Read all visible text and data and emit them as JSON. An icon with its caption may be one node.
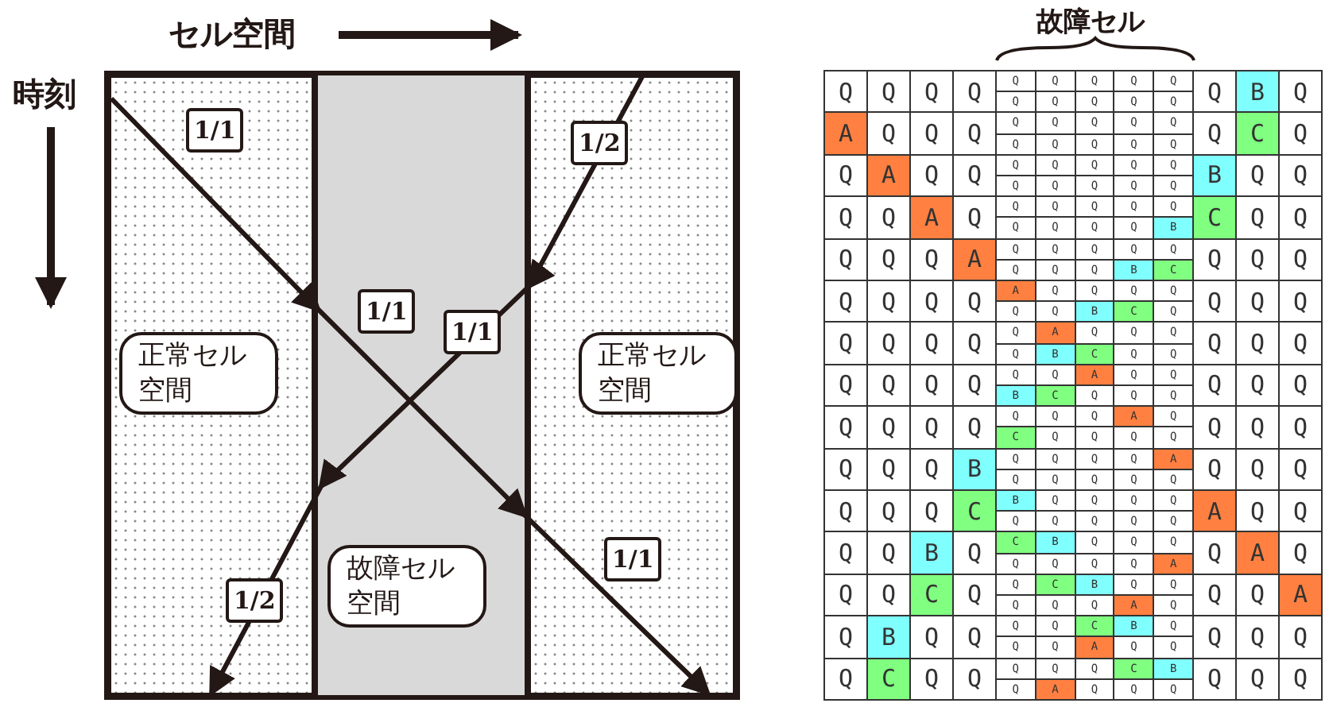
{
  "diagram": {
    "nodes": [
      {
        "text": [],
        "shape": "band"
      },
      {
        "text": [
          "正常セル空間"
        ],
        "in": 0
      },
      {
        "text": [],
        "shape": "band"
      },
      {
        "text": [
          "故障セル空間"
        ],
        "in": 2
      },
      {
        "text": [],
        "shape": "band"
      },
      {
        "text": [
          "正常セル空間"
        ],
        "in": 4
      }
    ],
    "edges": [
      {
        "from": 0,
        "to": 4,
        "arrow": "to",
        "label": "1/1"
      },
      {
        "from": 4,
        "to": 0,
        "arrow": "to",
        "label": "1/2"
      }
    ],
    "labels": [
      "セル空間",
      "時刻",
      "1/1",
      "1/1",
      "1/1",
      "1/2",
      "故障セル",
      "Q",
      "Q",
      "Q",
      "Q",
      "Q",
      "Q",
      "Q",
      "Q",
      "Q",
      "Q",
      "Q",
      "Q",
      "Q",
      "Q",
      "Q",
      "B",
      "Q",
      "A",
      "Q",
      "Q",
      "Q",
      "Q",
      "Q",
      "Q",
      "Q",
      "Q",
      "Q",
      "Q",
      "Q",
      "Q",
      "Q",
      "Q",
      "C",
      "Q",
      "Q",
      "A",
      "Q",
      "Q",
      "Q",
      "Q",
      "Q",
      "Q",
      "Q",
      "Q",
      "Q",
      "Q",
      "Q",
      "Q",
      "B",
      "Q",
      "Q",
      "Q",
      "Q",
      "A",
      "Q",
      "Q",
      "Q",
      "Q",
      "Q",
      "Q",
      "Q",
      "Q",
      "Q",
      "Q",
      "B",
      "C",
      "Q",
      "Q",
      "Q",
      "Q",
      "Q",
      "A",
      "Q",
      "Q",
      "Q",
      "Q",
      "Q",
      "Q",
      "Q",
      "Q",
      "B",
      "C",
      "Q",
      "Q",
      "Q",
      "Q",
      "Q",
      "Q",
      "Q",
      "A",
      "Q",
      "Q",
      "Q",
      "Q",
      "Q",
      "Q",
      "B",
      "C",
      "Q",
      "Q",
      "Q",
      "Q",
      "Q",
      "Q",
      "Q",
      "Q",
      "Q",
      "A",
      "Q",
      "Q",
      "Q",
      "Q",
      "B",
      "C",
      "Q",
      "Q",
      "Q",
      "Q",
      "Q",
      "Q",
      "Q",
      "Q",
      "Q",
      "Q",
      "Q",
      "A",
      "Q",
      "Q",
      "B",
      "C",
      "Q",
      "Q",
      "Q",
      "Q",
      "Q",
      "Q",
      "Q",
      "Q",
      "Q",
      "Q",
      "Q",
      "Q",
      "Q",
      "A",
      "Q",
      "C",
      "Q",
      "Q",
      "Q",
      "Q",
      "Q",
      "Q",
      "Q",
      "Q",
      "Q",
      "Q",
      "B",
      "Q",
      "Q",
      "Q",
      "Q",
      "A",
      "Q",
      "Q",
      "Q",
      "Q",
      "Q",
      "Q",
      "Q",
      "Q",
      "Q",
      "Q",
      "Q",
      "C",
      "B",
      "Q",
      "Q",
      "Q",
      "Q",
      "Q",
      "Q",
      "Q",
      "Q",
      "Q",
      "A",
      "Q",
      "Q",
      "Q",
      "Q",
      "B",
      "Q",
      "C",
      "B",
      "Q",
      "Q",
      "Q",
      "Q",
      "Q",
      "Q",
      "Q",
      "A",
      "Q",
      "A",
      "Q",
      "Q",
      "Q",
      "C",
      "Q",
      "Q",
      "C",
      "B",
      "Q",
      "Q",
      "Q",
      "Q",
      "Q",
      "A",
      "Q",
      "Q",
      "Q",
      "A",
      "Q",
      "B",
      "Q",
      "Q",
      "Q",
      "Q",
      "C",
      "B",
      "Q",
      "Q",
      "Q",
      "A",
      "Q",
      "Q",
      "Q",
      "Q",
      "Q",
      "Q",
      "C",
      "Q",
      "Q",
      "Q",
      "Q",
      "Q",
      "C",
      "B",
      "Q",
      "A",
      "Q",
      "Q",
      "Q",
      "Q",
      "Q",
      "Q"
    ]
  }
}
